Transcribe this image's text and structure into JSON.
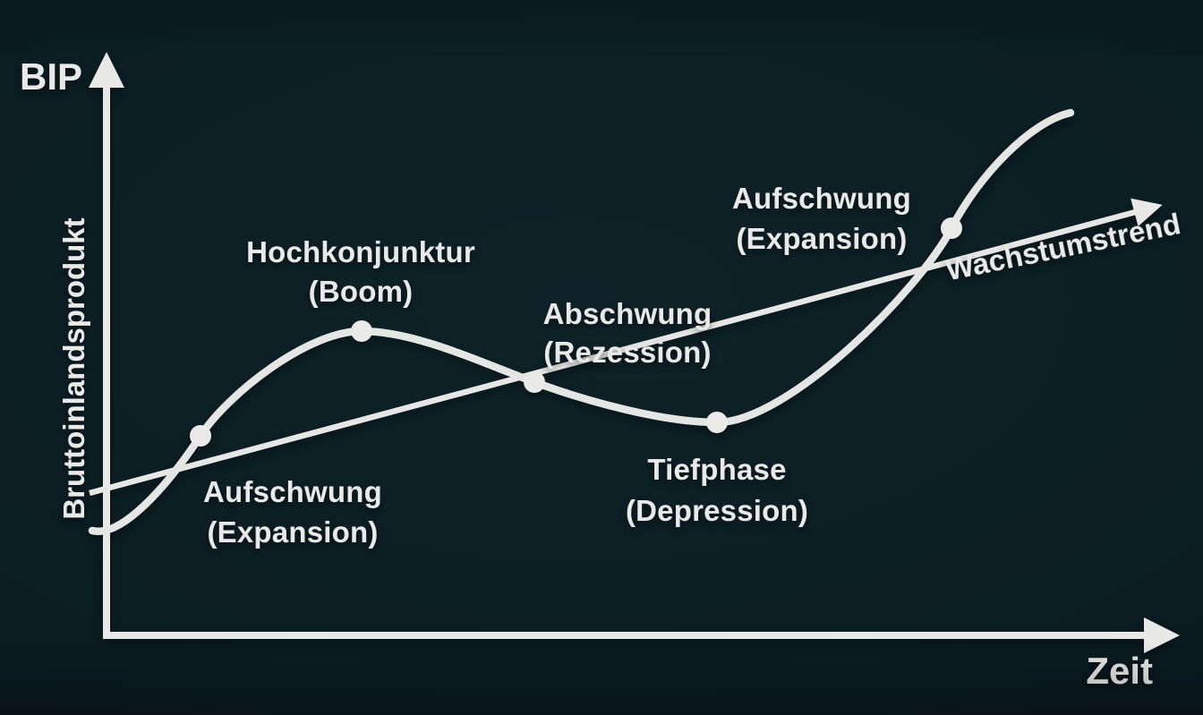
{
  "diagram": {
    "background_color": "#0b1d22",
    "ink_color": "#e8e9e7",
    "y_axis": {
      "title": "BIP",
      "label": "Bruttoinlandsprodukt"
    },
    "x_axis": {
      "label": "Zeit"
    },
    "trend": {
      "label": "Wachstumstrend"
    },
    "phases": [
      {
        "id": "aufschwung-early",
        "line1": "Aufschwung",
        "line2": "(Expansion)"
      },
      {
        "id": "hochkonjunktur",
        "line1": "Hochkonjunktur",
        "line2": "(Boom)"
      },
      {
        "id": "abschwung",
        "line1": "Abschwung",
        "line2": "(Rezession)"
      },
      {
        "id": "tiefphase",
        "line1": "Tiefphase",
        "line2": "(Depression)"
      },
      {
        "id": "aufschwung-late",
        "line1": "Aufschwung",
        "line2": "(Expansion)"
      }
    ]
  }
}
